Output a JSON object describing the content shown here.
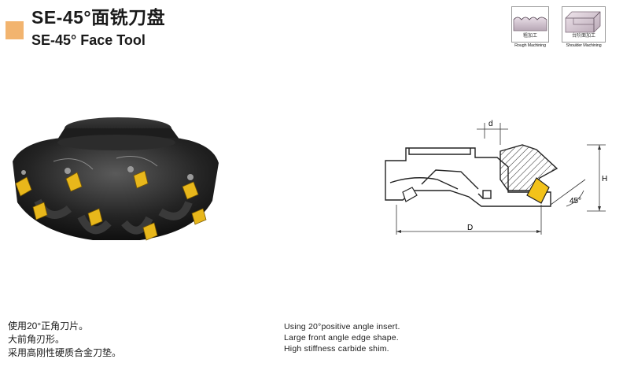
{
  "header": {
    "title_cn": "SE-45°面铣刀盘",
    "title_en": "SE-45° Face Tool",
    "accent_color": "#f2b46f"
  },
  "badges": [
    {
      "icon": "rough-machining-icon",
      "label_cn": "粗加工",
      "label_en": "Rough Machining"
    },
    {
      "icon": "shoulder-machining-icon",
      "label_cn": "台阶面加工",
      "label_en": "Shoulder Machining"
    }
  ],
  "drawing": {
    "dim_d_small": "d",
    "dim_D": "D",
    "dim_H": "H",
    "angle": "45°"
  },
  "features_cn": [
    "使用20°正角刀片。",
    "大前角刃形。",
    "采用高刚性硬质合金刀垫。"
  ],
  "features_en": [
    "Using 20°positive angle insert.",
    "Large front angle edge shape.",
    "High stiffness carbide shim."
  ]
}
